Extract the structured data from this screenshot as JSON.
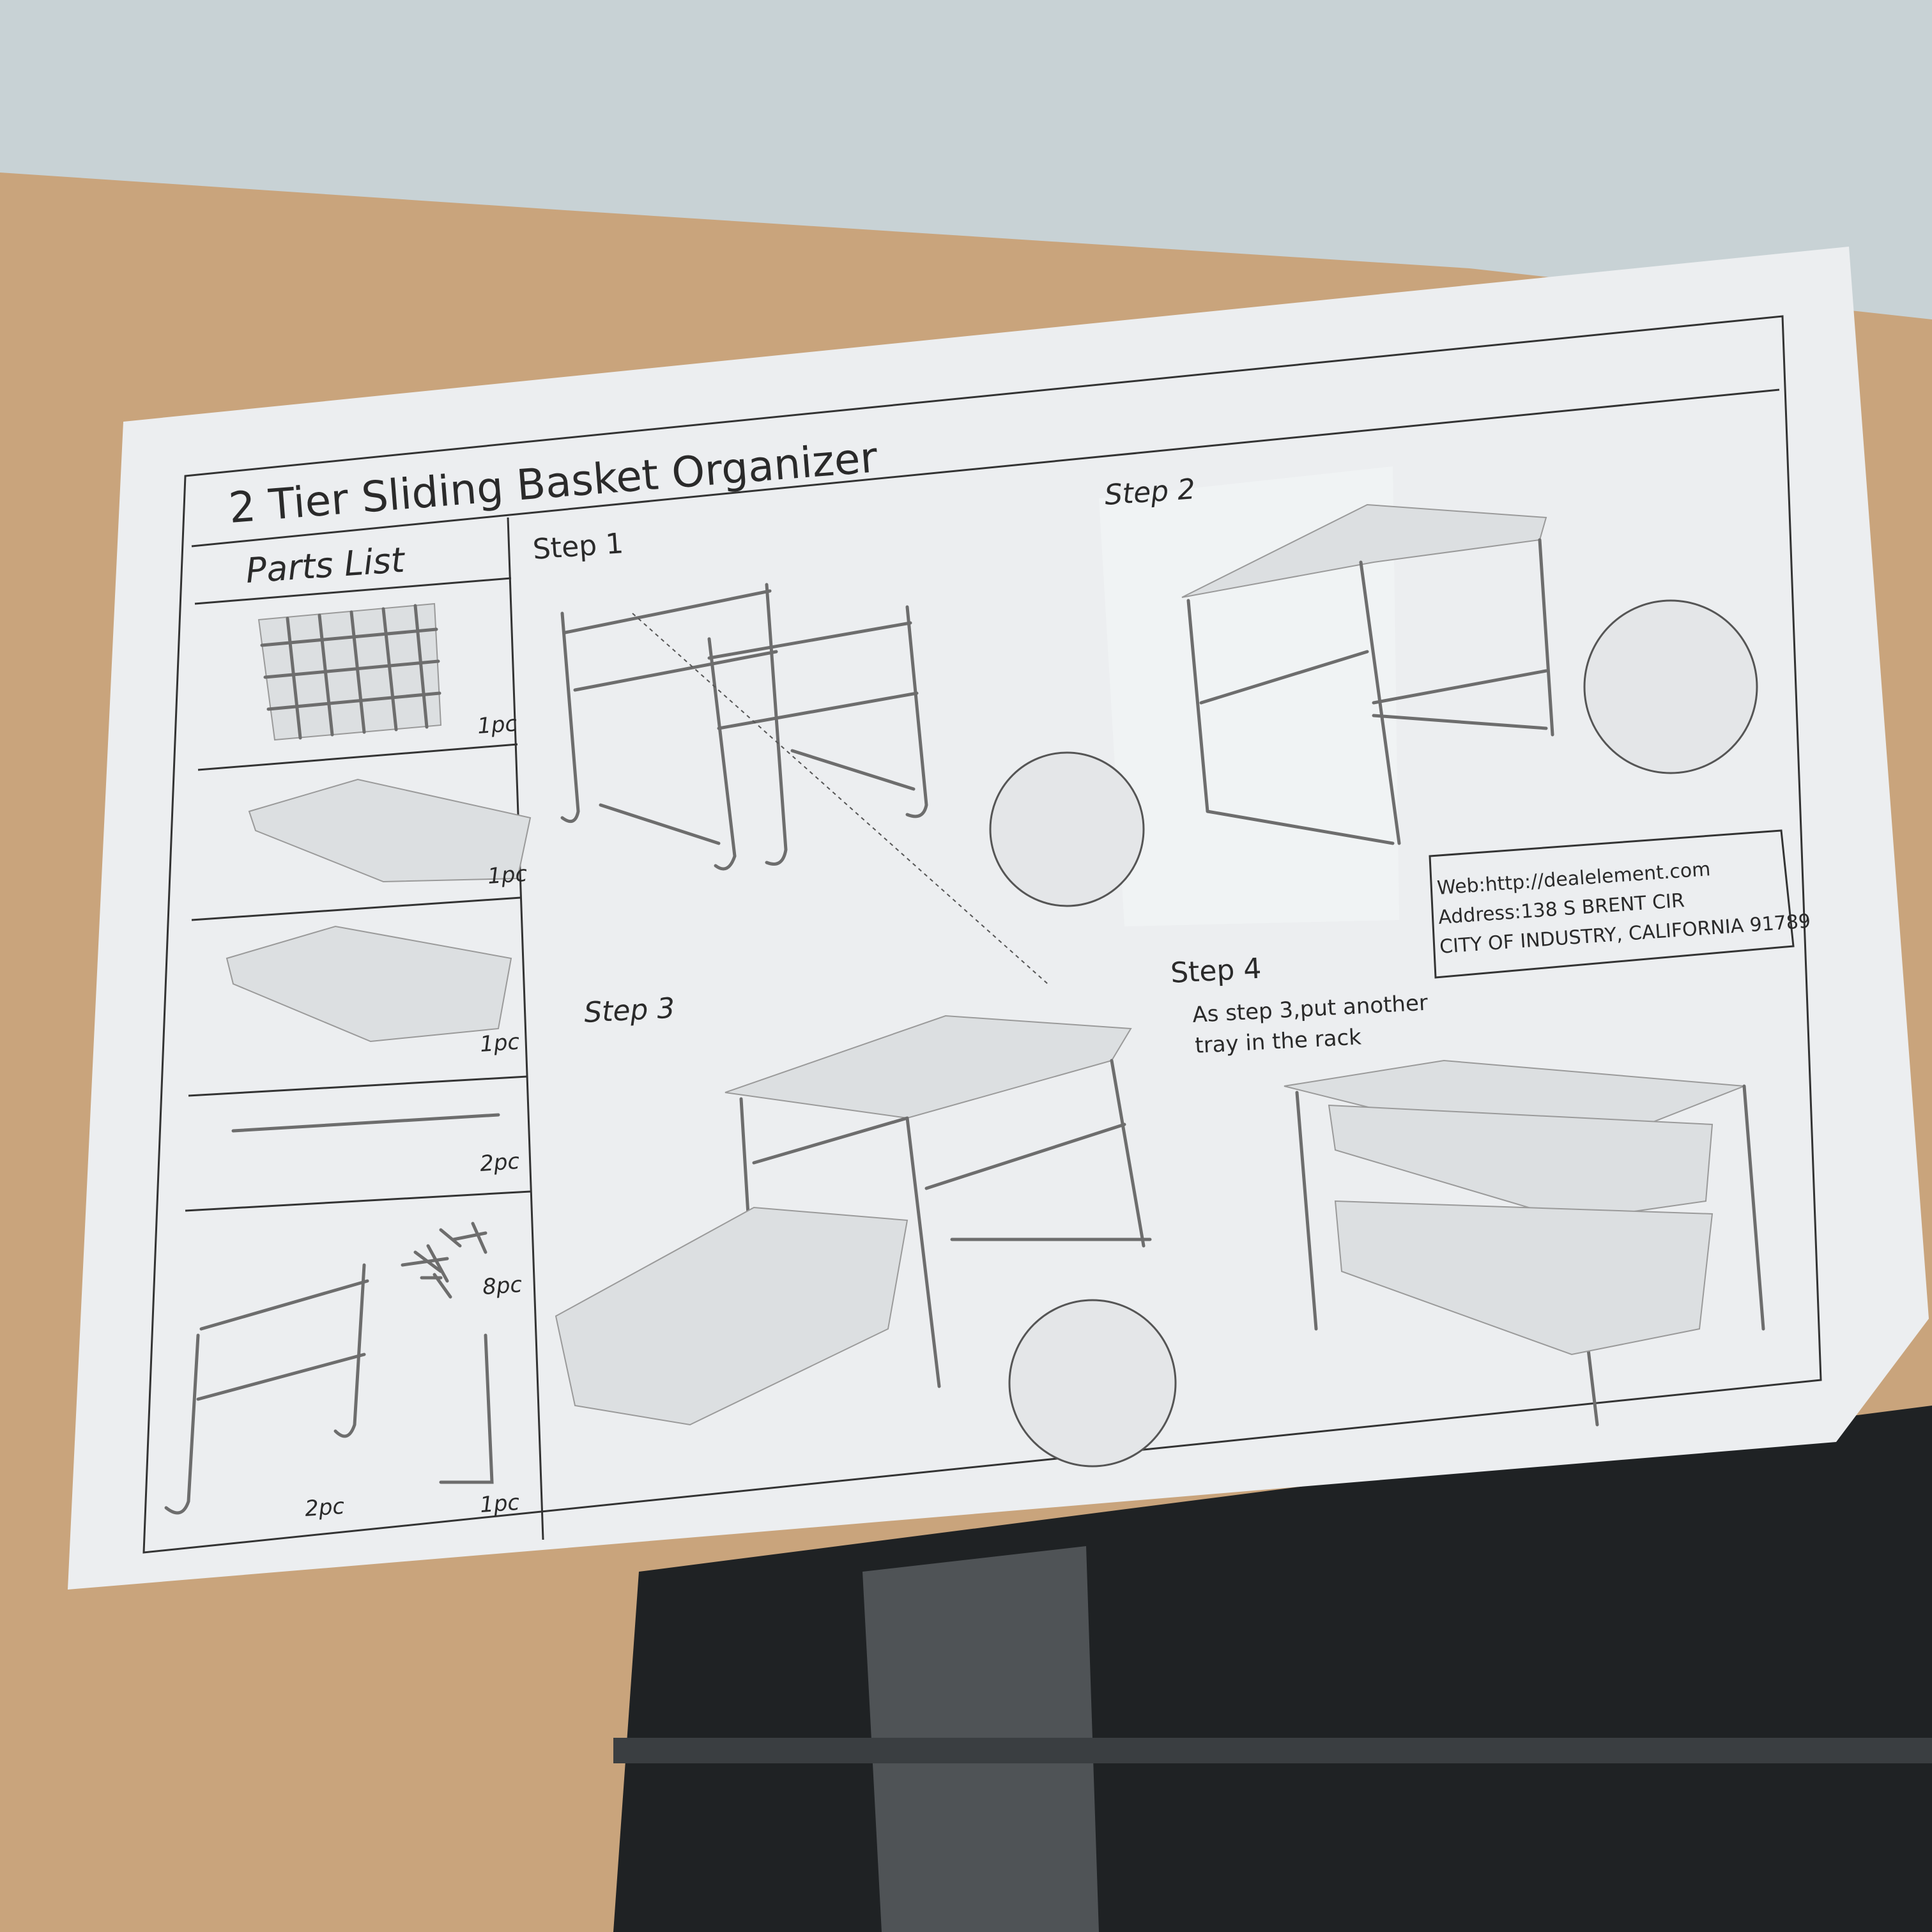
{
  "document": {
    "title": "2 Tier Sliding Basket Organizer",
    "parts_list": {
      "heading": "Parts List",
      "items": [
        {
          "part": "wire-shelf",
          "qty": "1pc"
        },
        {
          "part": "mesh-basket-1",
          "qty": "1pc"
        },
        {
          "part": "mesh-basket-2",
          "qty": "1pc"
        },
        {
          "part": "rod",
          "qty": "2pc"
        },
        {
          "part": "screws",
          "qty": "8pc"
        },
        {
          "part": "side-frame",
          "qty": "2pc"
        },
        {
          "part": "allen-key",
          "qty": "1pc"
        }
      ]
    },
    "steps": [
      {
        "label": "Step 1"
      },
      {
        "label": "Step 2"
      },
      {
        "label": "Step 3"
      },
      {
        "label": "Step 4",
        "description_lines": [
          "As step 3,put another",
          "tray in the rack"
        ]
      }
    ],
    "contact": {
      "web": "Web:http://dealelement.com",
      "address": "Address:138 S BRENT CIR",
      "city": "CITY OF INDUSTRY, CALIFORNIA 91789"
    }
  },
  "colors": {
    "wall": "#c8d2d5",
    "cardboard": "#c9a47c",
    "paper": "#eceef0",
    "dark": "#1f2224"
  }
}
